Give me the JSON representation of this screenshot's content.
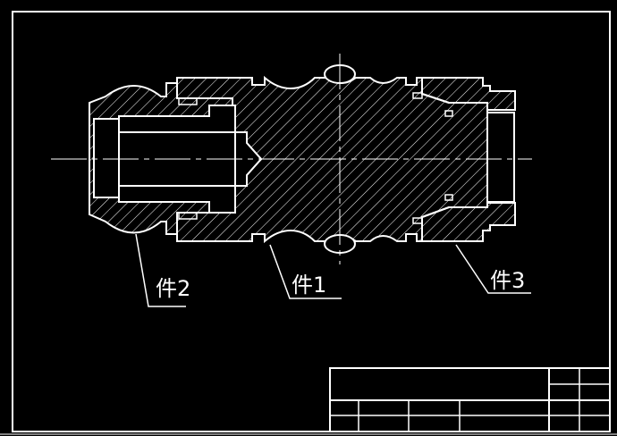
{
  "drawing": {
    "labels": {
      "part2": "件2",
      "part1": "件1",
      "part3": "件3"
    },
    "colors": {
      "background": "#000000",
      "line": "#ffffff"
    }
  }
}
